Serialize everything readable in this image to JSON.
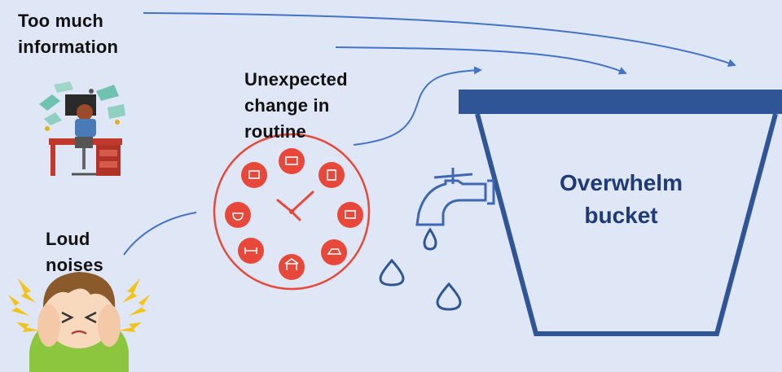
{
  "labels": {
    "info_line1": "Too much",
    "info_line2": "information",
    "routine_line1": "Unexpected",
    "routine_line2": "change in",
    "routine_line3": "routine",
    "noise_line1": "Loud",
    "noise_line2": "noises",
    "bucket_line1": "Overwhelm",
    "bucket_line2": "bucket"
  },
  "colors": {
    "background": "#dfe7f6",
    "arrow": "#4472c4",
    "bucket": "#2f5597",
    "bucket_text": "#1f3a7a",
    "clock": "#e8483a",
    "drops": "#2f5597"
  },
  "icons": {
    "overload": "stressed-person-at-desk-icon",
    "clock": "routine-clock-icon",
    "noise": "child-covering-ears-icon",
    "tap": "water-tap-icon"
  }
}
